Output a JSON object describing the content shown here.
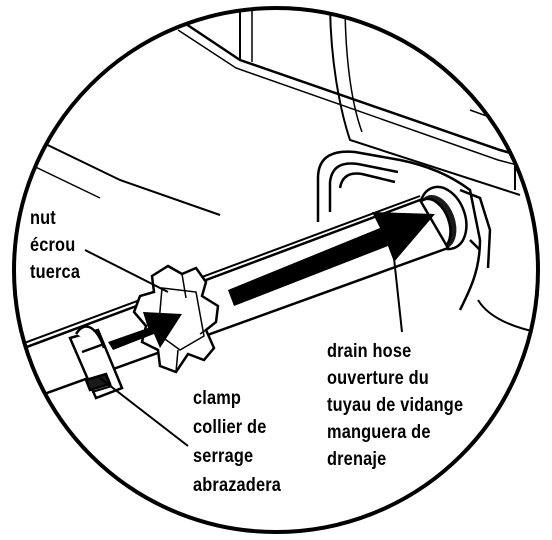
{
  "callouts": {
    "nut": {
      "en": "nut",
      "fr": "écrou",
      "es": "tuerca"
    },
    "clamp": {
      "en": "clamp",
      "fr_line1": "collier de",
      "fr_line2": "serrage",
      "es": "abrazadera"
    },
    "drain_hose": {
      "en": "drain hose",
      "fr_line1": "ouverture du",
      "fr_line2": "tuyau de vidange",
      "es_line1": "manguera de",
      "es_line2": "drenaje"
    }
  },
  "colors": {
    "line": "#000000",
    "background": "#ffffff",
    "shadow": "#2b2b2b"
  }
}
